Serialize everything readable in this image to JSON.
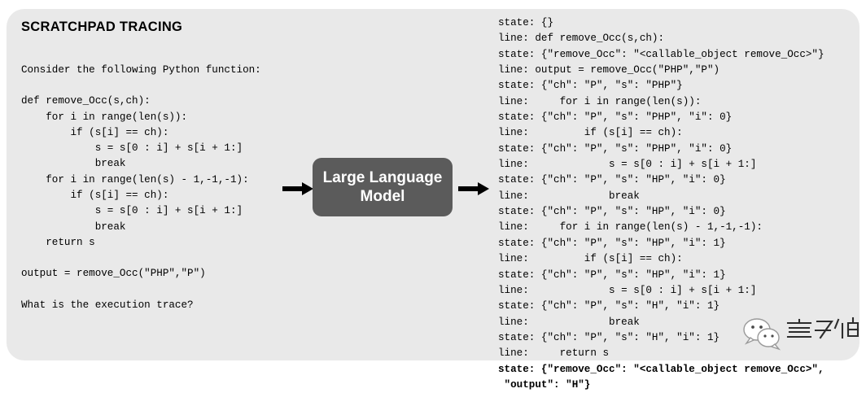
{
  "figure": {
    "panel_bg": "#e9e9e9",
    "page_bg": "#ffffff",
    "text_color": "#000000"
  },
  "left": {
    "heading": "SCRATCHPAD TRACING",
    "prompt_intro": "Consider the following Python function:",
    "code": "def remove_Occ(s,ch):\n    for i in range(len(s)):\n        if (s[i] == ch):\n            s = s[0 : i] + s[i + 1:]\n            break\n    for i in range(len(s) - 1,-1,-1):\n        if (s[i] == ch):\n            s = s[0 : i] + s[i + 1:]\n            break\n    return s",
    "call_line": "output = remove_Occ(\"PHP\",\"P\")",
    "question": "What is the execution trace?"
  },
  "middle": {
    "box_label": "Large Language\nModel",
    "box_color": "#5b5b5b",
    "box_text_color": "#ffffff",
    "arrow_in_name": "input-arrow",
    "arrow_out_name": "output-arrow",
    "arrow_color": "#000000"
  },
  "right": {
    "trace_lines": [
      {
        "text": "state: {}",
        "bold": false
      },
      {
        "text": "line: def remove_Occ(s,ch):",
        "bold": false
      },
      {
        "text": "state: {\"remove_Occ\": \"<callable_object remove_Occ>\"}",
        "bold": false
      },
      {
        "text": "line: output = remove_Occ(\"PHP\",\"P\")",
        "bold": false
      },
      {
        "text": "state: {\"ch\": \"P\", \"s\": \"PHP\"}",
        "bold": false
      },
      {
        "text": "line:     for i in range(len(s)):",
        "bold": false
      },
      {
        "text": "state: {\"ch\": \"P\", \"s\": \"PHP\", \"i\": 0}",
        "bold": false
      },
      {
        "text": "line:         if (s[i] == ch):",
        "bold": false
      },
      {
        "text": "state: {\"ch\": \"P\", \"s\": \"PHP\", \"i\": 0}",
        "bold": false
      },
      {
        "text": "line:             s = s[0 : i] + s[i + 1:]",
        "bold": false
      },
      {
        "text": "state: {\"ch\": \"P\", \"s\": \"HP\", \"i\": 0}",
        "bold": false
      },
      {
        "text": "line:             break",
        "bold": false
      },
      {
        "text": "state: {\"ch\": \"P\", \"s\": \"HP\", \"i\": 0}",
        "bold": false
      },
      {
        "text": "line:     for i in range(len(s) - 1,-1,-1):",
        "bold": false
      },
      {
        "text": "state: {\"ch\": \"P\", \"s\": \"HP\", \"i\": 1}",
        "bold": false
      },
      {
        "text": "line:         if (s[i] == ch):",
        "bold": false
      },
      {
        "text": "state: {\"ch\": \"P\", \"s\": \"HP\", \"i\": 1}",
        "bold": false
      },
      {
        "text": "line:             s = s[0 : i] + s[i + 1:]",
        "bold": false
      },
      {
        "text": "state: {\"ch\": \"P\", \"s\": \"H\", \"i\": 1}",
        "bold": false
      },
      {
        "text": "line:             break",
        "bold": false
      },
      {
        "text": "state: {\"ch\": \"P\", \"s\": \"H\", \"i\": 1}",
        "bold": false
      },
      {
        "text": "line:     return s",
        "bold": false
      },
      {
        "text": "state: {\"remove_Occ\": \"<callable_object remove_Occ>\",",
        "bold": true
      },
      {
        "text": " \"output\": \"H\"}",
        "bold": true
      }
    ]
  },
  "watermark": {
    "name": "wechat-watermark",
    "glyph_text": "量子位",
    "color": "#d8d8d8"
  }
}
